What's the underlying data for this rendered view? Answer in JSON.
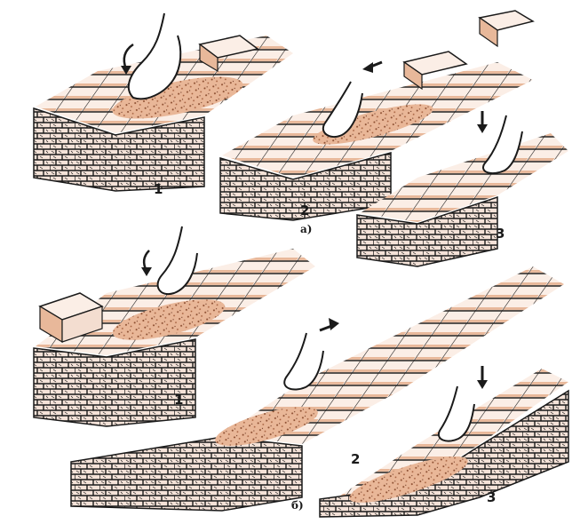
{
  "figure": {
    "group_a": {
      "label": "а)",
      "panels": [
        {
          "number": "1"
        },
        {
          "number": "2"
        },
        {
          "number": "3"
        }
      ]
    },
    "group_b": {
      "label": "б)",
      "panels": [
        {
          "number": "1"
        },
        {
          "number": "2"
        },
        {
          "number": "3"
        }
      ]
    }
  },
  "colors": {
    "ink": "#1a1a1a",
    "mortar": "#e8b89a",
    "brick_face": "#f3ddd0",
    "brick_top": "#fbeee6",
    "background": "#ffffff"
  }
}
